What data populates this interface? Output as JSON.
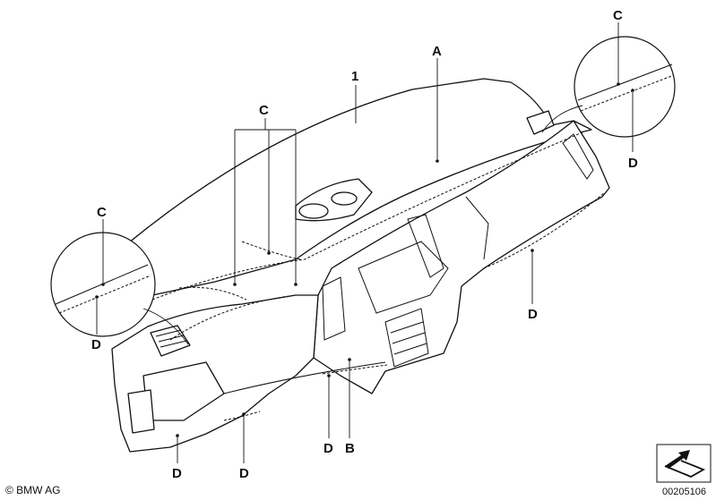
{
  "labels": {
    "part_1": "1",
    "A": "A",
    "B": "B",
    "C": "C",
    "D": "D"
  },
  "footer": {
    "copyright": "© BMW AG",
    "part_number": "00205106"
  }
}
